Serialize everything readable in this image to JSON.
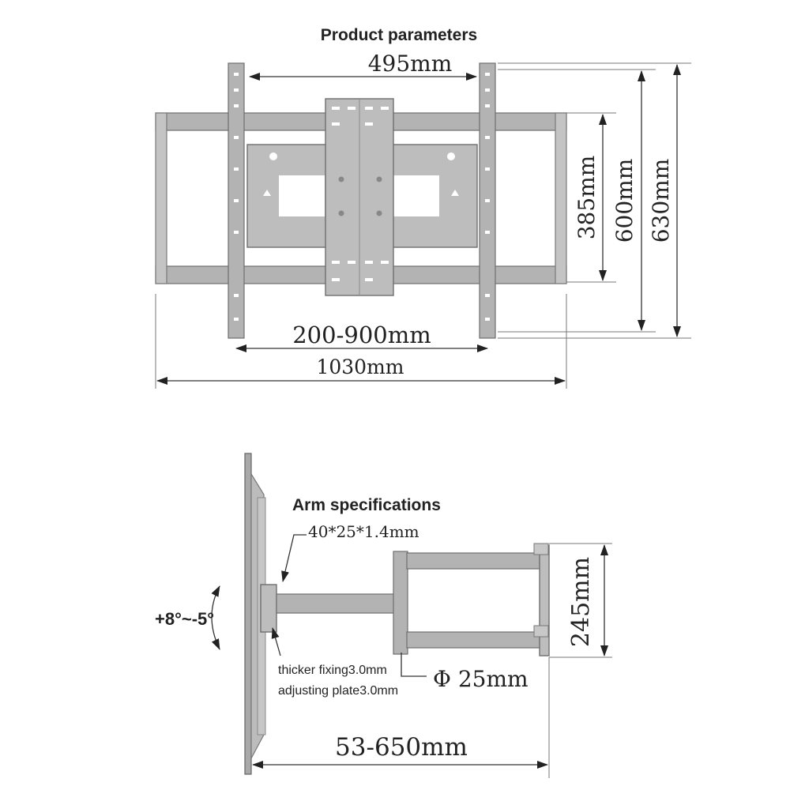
{
  "top_view": {
    "title": "Product parameters",
    "dim_top_width": "495mm",
    "dim_rail_span": "200-900mm",
    "dim_overall_width": "1030mm",
    "dim_plate_height": "385mm",
    "dim_inner_height": "600mm",
    "dim_overall_height": "630mm"
  },
  "side_view": {
    "title": "Arm specifications",
    "arm_tube_spec": "40*25*1.4mm",
    "tilt_range": "+8°~-5°",
    "plate_note_line1": "thicker fixing3.0mm",
    "plate_note_line2": "adjusting plate3.0mm",
    "dim_tube_diameter": "Φ 25mm",
    "dim_arm_height": "245mm",
    "dim_extension": "53-650mm"
  }
}
